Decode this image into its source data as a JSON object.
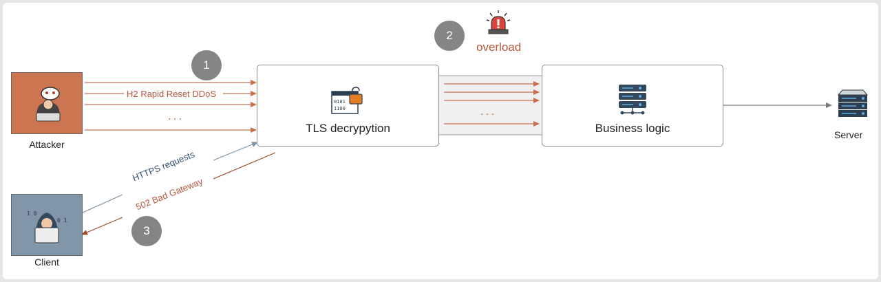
{
  "nodes": {
    "attacker": {
      "label": "Attacker",
      "fill": "#cd7451"
    },
    "client": {
      "label": "Client",
      "fill": "#8197a9"
    },
    "tls": {
      "label": "TLS decrypytion"
    },
    "business": {
      "label": "Business logic"
    },
    "server": {
      "label": "Server"
    }
  },
  "steps": [
    "1",
    "2",
    "3"
  ],
  "edges": {
    "ddos_label": "H2 Rapid Reset DDoS",
    "ddos_ellipsis": "...",
    "forward_ellipsis": "...",
    "https_label": "HTTPS requests",
    "gateway_label": "502 Bad Gateway"
  },
  "alert": {
    "label": "overload",
    "icon": "siren-icon"
  },
  "colors": {
    "attack": "#c8704b",
    "request": "#7a93a8",
    "response": "#a04a2e",
    "overload": "#b5563a",
    "neutral": "#8a8a8a"
  }
}
